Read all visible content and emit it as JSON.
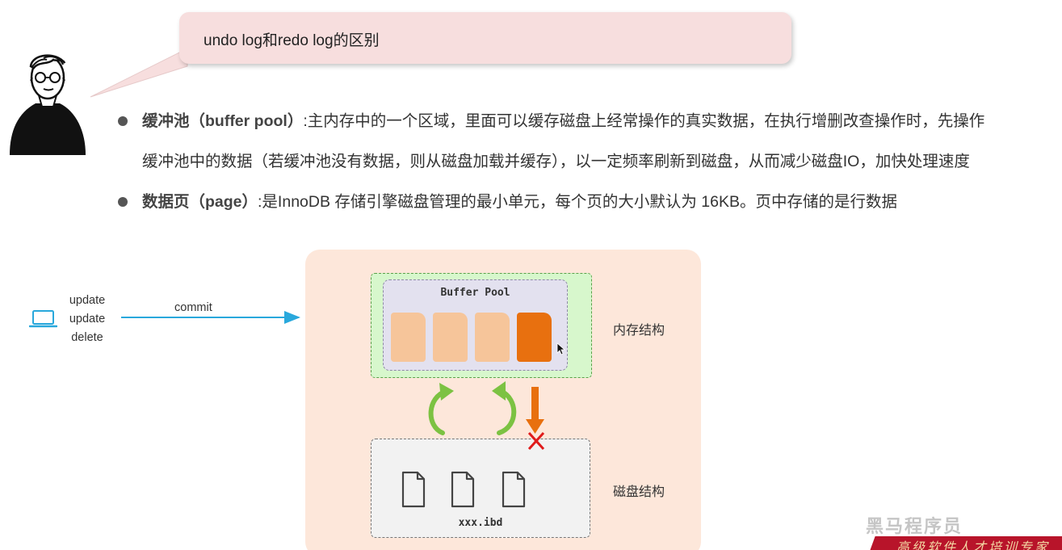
{
  "bubble": {
    "title": "undo log和redo log的区别"
  },
  "bullets": [
    {
      "term": "缓冲池（buffer pool）",
      "line1": ":主内存中的一个区域，里面可以缓存磁盘上经常操作的真实数据，在执行增删改查操作时，先操作",
      "line2": "缓冲池中的数据（若缓冲池没有数据，则从磁盘加载并缓存），以一定频率刷新到磁盘，从而减少磁盘IO，加快处理速度"
    },
    {
      "term": "数据页（page）",
      "line1": ":是InnoDB 存储引擎磁盘管理的最小单元，每个页的大小默认为 16KB。页中存储的是行数据"
    }
  ],
  "client": {
    "ops": [
      "update",
      "update",
      "delete"
    ],
    "commit_label": "commit",
    "icon": "laptop-icon"
  },
  "diagram": {
    "buffer_pool_title": "Buffer Pool",
    "memory_label": "内存结构",
    "disk_label": "磁盘结构",
    "disk_file_label": "xxx.ibd"
  },
  "watermark": {
    "text": "黑马程序员",
    "banner": "高级软件人才培训专家"
  },
  "colors": {
    "bubble": "#f7dede",
    "memory": "#d7f7cc",
    "buffer_pool": "#e3e1ef",
    "page_clean": "#f6c59a",
    "page_dirty": "#e8700f",
    "arrow_commit": "#29a8dc",
    "arrow_sync": "#7cc242",
    "arrow_flush": "#e8700f",
    "cross": "#e01b1b"
  }
}
